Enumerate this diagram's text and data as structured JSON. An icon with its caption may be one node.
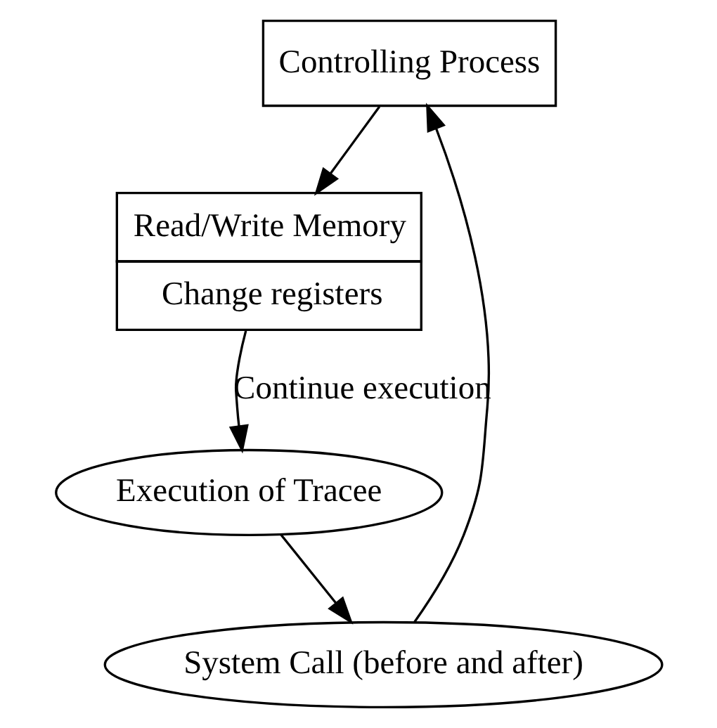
{
  "diagram": {
    "nodes": [
      {
        "text": [
          "Controlling Process"
        ]
      },
      {
        "text": [
          "Read/Write Memory",
          "Change registers"
        ]
      },
      {
        "text": [
          "Execution of Tracee"
        ]
      },
      {
        "text": [
          "System Call (before and after)"
        ]
      }
    ],
    "edges": [
      {
        "from": 0,
        "to": 1,
        "arrow": "to"
      },
      {
        "from": 1,
        "to": 2,
        "arrow": "to",
        "label": "Continue execution"
      },
      {
        "from": 2,
        "to": 3,
        "arrow": "to"
      },
      {
        "from": 3,
        "to": 0,
        "arrow": "to"
      }
    ]
  }
}
